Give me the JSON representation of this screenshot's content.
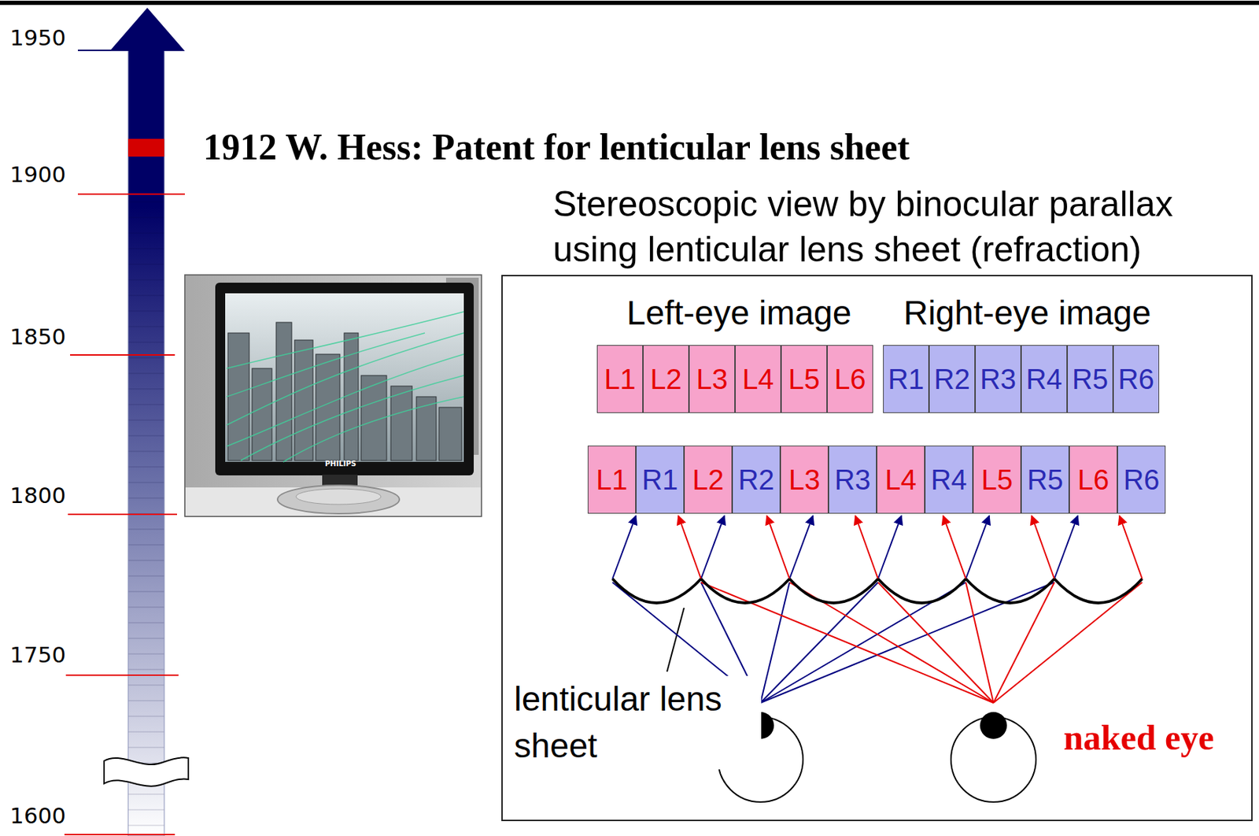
{
  "diagram": {
    "title": "1912 W. Hess: Patent for lenticular lens sheet",
    "nodes": [
      {
        "text": [
          "Stereoscopic view by binocular parallax using lenticular lens sheet (refraction)"
        ]
      },
      {
        "text": [
          "L1"
        ],
        "in": 0
      },
      {
        "text": [
          "L2"
        ],
        "in": 0
      },
      {
        "text": [
          "L3"
        ],
        "in": 0
      },
      {
        "text": [
          "L4"
        ],
        "in": 0
      },
      {
        "text": [
          "L5"
        ],
        "in": 0
      },
      {
        "text": [
          "L6"
        ],
        "in": 0
      },
      {
        "text": [
          "R1"
        ],
        "in": 0
      },
      {
        "text": [
          "R2"
        ],
        "in": 0
      },
      {
        "text": [
          "R3"
        ],
        "in": 0
      },
      {
        "text": [
          "R4"
        ],
        "in": 0
      },
      {
        "text": [
          "R5"
        ],
        "in": 0
      },
      {
        "text": [
          "R6"
        ],
        "in": 0
      },
      {
        "text": [
          "L1"
        ],
        "in": 0
      },
      {
        "text": [
          "R1"
        ],
        "in": 0
      },
      {
        "text": [
          "L2"
        ],
        "in": 0
      },
      {
        "text": [
          "R2"
        ],
        "in": 0
      },
      {
        "text": [
          "L3"
        ],
        "in": 0
      },
      {
        "text": [
          "R3"
        ],
        "in": 0
      },
      {
        "text": [
          "L4"
        ],
        "in": 0
      },
      {
        "text": [
          "R4"
        ],
        "in": 0
      },
      {
        "text": [
          "L5"
        ],
        "in": 0
      },
      {
        "text": [
          "R5"
        ],
        "in": 0
      },
      {
        "text": [
          "L6"
        ],
        "in": 0
      },
      {
        "text": [
          "R6"
        ],
        "in": 0
      }
    ],
    "labels": [
      "1950",
      "1900",
      "1850",
      "1800",
      "1750",
      "1600",
      "Left-eye image",
      "Right-eye image",
      "lenticular lens sheet",
      "naked eye",
      "PHILIPS"
    ]
  }
}
